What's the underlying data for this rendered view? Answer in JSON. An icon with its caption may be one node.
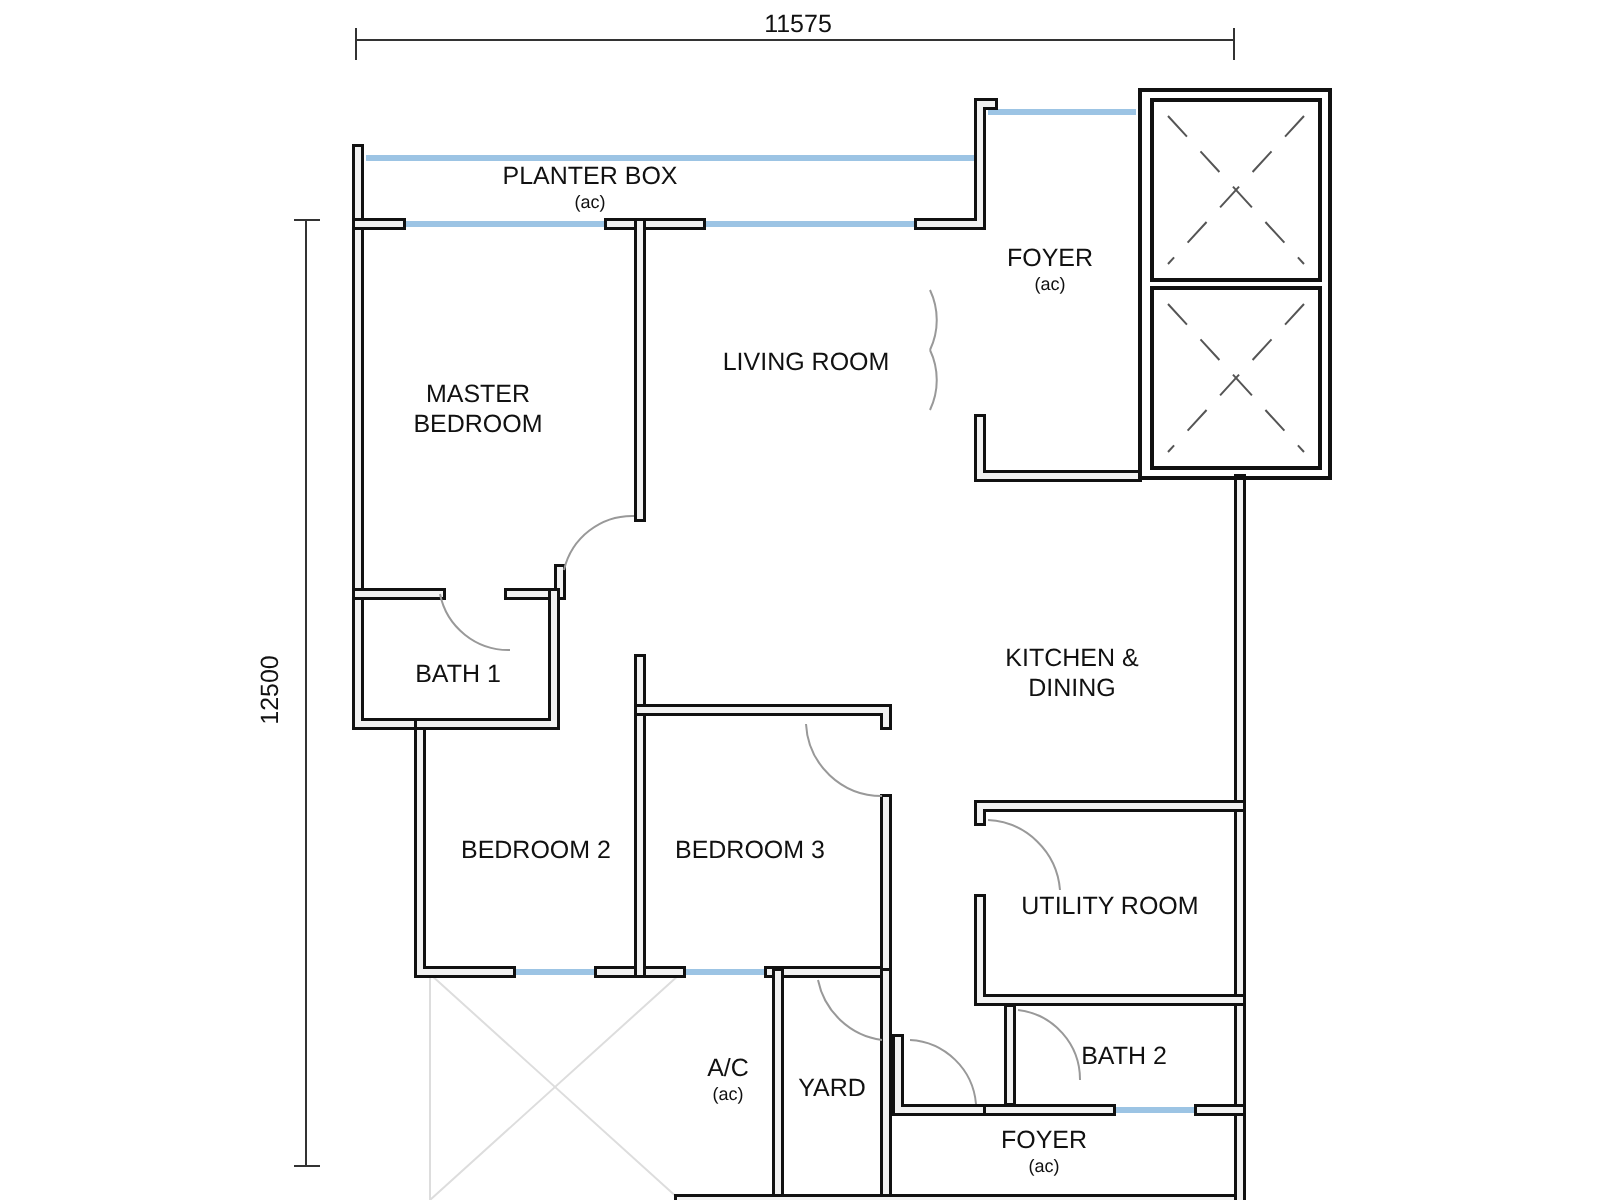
{
  "diagram": {
    "nodes": [
      {
        "text": [
          "PLANTER BOX",
          "(ac)"
        ]
      },
      {
        "text": [
          "FOYER",
          "(ac)"
        ]
      },
      {
        "text": [
          "LIVING ROOM"
        ]
      },
      {
        "text": [
          "MASTER BEDROOM"
        ]
      },
      {
        "text": [
          "BATH 1"
        ]
      },
      {
        "text": [
          "KITCHEN & DINING"
        ]
      },
      {
        "text": [
          "BEDROOM 2"
        ]
      },
      {
        "text": [
          "BEDROOM 3"
        ]
      },
      {
        "text": [
          "UTILITY ROOM"
        ]
      },
      {
        "text": [
          "A/C",
          "(ac)"
        ]
      },
      {
        "text": [
          "YARD"
        ]
      },
      {
        "text": [
          "BATH 2"
        ]
      },
      {
        "text": [
          "FOYER",
          "(ac)"
        ]
      }
    ],
    "labels": [
      "11575",
      "12500"
    ]
  }
}
